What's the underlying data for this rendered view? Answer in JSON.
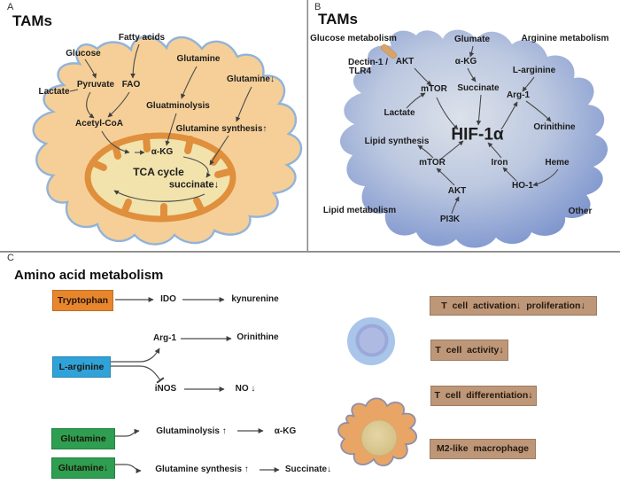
{
  "colors": {
    "cell_a_fill": "#F5CF97",
    "cell_a_stroke": "#92B3D8",
    "mito_stroke": "#E08F3C",
    "mito_fill": "#F2E3AC",
    "blob_b_light": "#D9DEE8",
    "blob_b_dark": "#7088C4",
    "tryptophan_box": "#E8862D",
    "l_arginine_box": "#2FA3D9",
    "glutamine_box": "#2E9E50",
    "effect_box": "#BE9678",
    "receptor": "#D9A469",
    "t_cell_outer": "#A9C5E9",
    "macrophage_fill": "#E9A566"
  },
  "panel_a": {
    "letter": "A",
    "title": "TAMs",
    "glucose": "Glucose",
    "fatty_acids": "Fatty acids",
    "glutamine": "Glutamine",
    "glutamine_down": "Glutamine↓",
    "pyruvate": "Pyruvate",
    "fao": "FAO",
    "lactate": "Lactate",
    "gluatminolysis": "Gluatminolysis",
    "acetyl_coa": "Acetyl-CoA",
    "glutamine_synthesis": "Glutamine synthesis↑",
    "akg": "α-KG",
    "tca_cycle": "TCA cycle",
    "succinate": "succinate↓"
  },
  "panel_b": {
    "letter": "B",
    "title": "TAMs",
    "section_glucose": "Glucose metabolism",
    "dectin": "Dectin-1 /",
    "tlr4": "TLR4",
    "akt_top": "AKT",
    "glumate": "Glumate",
    "section_arginine": "Arginine metabolism",
    "akg": "α-KG",
    "l_arginine": "L-arginine",
    "mtor_top": "mTOR",
    "succinate": "Succinate",
    "arg1": "Arg-1",
    "lactate": "Lactate",
    "orinithine": "Orinithine",
    "hif1a": "HIF-1α",
    "lipid_synthesis": "Lipid synthesis",
    "mtor_bottom": "mTOR",
    "iron": "Iron",
    "heme": "Heme",
    "akt_bottom": "AKT",
    "ho1": "HO-1",
    "pi3k": "PI3K",
    "section_lipid": "Lipid metabolism",
    "section_other": "Other"
  },
  "panel_c": {
    "letter": "C",
    "title": "Amino acid metabolism",
    "tryptophan": "Tryptophan",
    "ido": "IDO",
    "kynurenine": "kynurenine",
    "arg1": "Arg-1",
    "orinithine": "Orinithine",
    "l_arginine": "L-arginine",
    "inos": "iNOS",
    "no": "NO ↓",
    "glutamine_1": "Glutamine",
    "glutaminolysis": "Glutaminolysis ↑",
    "akg": "α-KG",
    "glutamine_2": "Glutamine↓",
    "glutamine_synthesis": "Glutamine synthesis ↑",
    "succinate": "Succinate↓",
    "effects": [
      {
        "label": "T cell activation↓ proliferation↓"
      },
      {
        "label": "T cell activity↓"
      },
      {
        "label": "T cell differentiation↓"
      },
      {
        "label": "M2-like macrophage"
      }
    ]
  }
}
